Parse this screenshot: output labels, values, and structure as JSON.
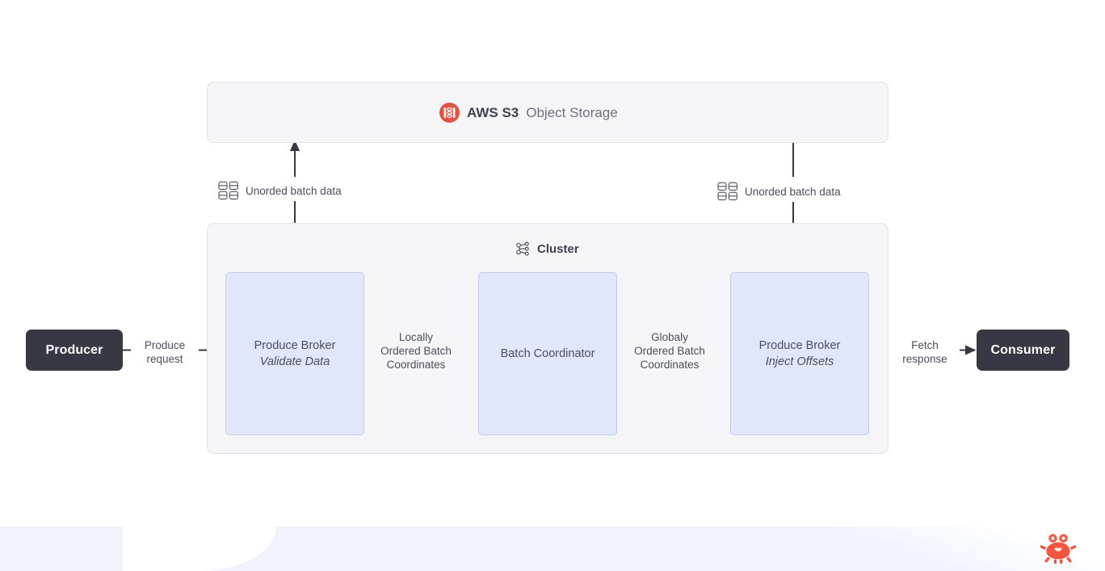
{
  "diagram": {
    "s3_panel": {
      "icon": "aws-s3-icon",
      "title_strong": "AWS S3",
      "title_light": "Object Storage",
      "accent_color": "#e4533f"
    },
    "cluster_panel": {
      "icon": "cluster-network-icon",
      "title": "Cluster",
      "nodes": [
        {
          "title": "Produce Broker",
          "subtitle": "Validate Data"
        },
        {
          "title": "Batch Coordinator",
          "subtitle": ""
        },
        {
          "title": "Produce Broker",
          "subtitle": "Inject Offsets"
        }
      ],
      "node_fill": "#e1e7fb",
      "node_border": "#c3cdee"
    },
    "endpoints": {
      "producer": "Producer",
      "consumer": "Consumer",
      "fill": "#373844"
    },
    "edges": [
      {
        "name": "produce-request",
        "label": "Produce\nrequest"
      },
      {
        "name": "locally-ordered",
        "label": "Locally\nOrdered Batch\nCoordinates"
      },
      {
        "name": "globaly-ordered",
        "label": "Globaly\nOrdered Batch\nCoordinates"
      },
      {
        "name": "fetch-response",
        "label": "Fetch\nresponse"
      }
    ],
    "edge_labels": {
      "produce_request_l1": "Produce",
      "produce_request_l2": "request",
      "locally_l1": "Locally",
      "locally_l2": "Ordered Batch",
      "locally_l3": "Coordinates",
      "globaly_l1": "Globaly",
      "globaly_l2": "Ordered Batch",
      "globaly_l3": "Coordinates",
      "fetch_l1": "Fetch",
      "fetch_l2": "response"
    },
    "storage_edges": {
      "icon": "batch-data-grid-icon",
      "left_label": "Unorded batch data",
      "right_label": "Unorded batch data",
      "left_direction": "up",
      "right_direction": "down"
    },
    "footer": {
      "logo": "crab-logo",
      "logo_color": "#f4553f",
      "band_color": "#f0f3fd"
    },
    "line_color": "#373844"
  }
}
